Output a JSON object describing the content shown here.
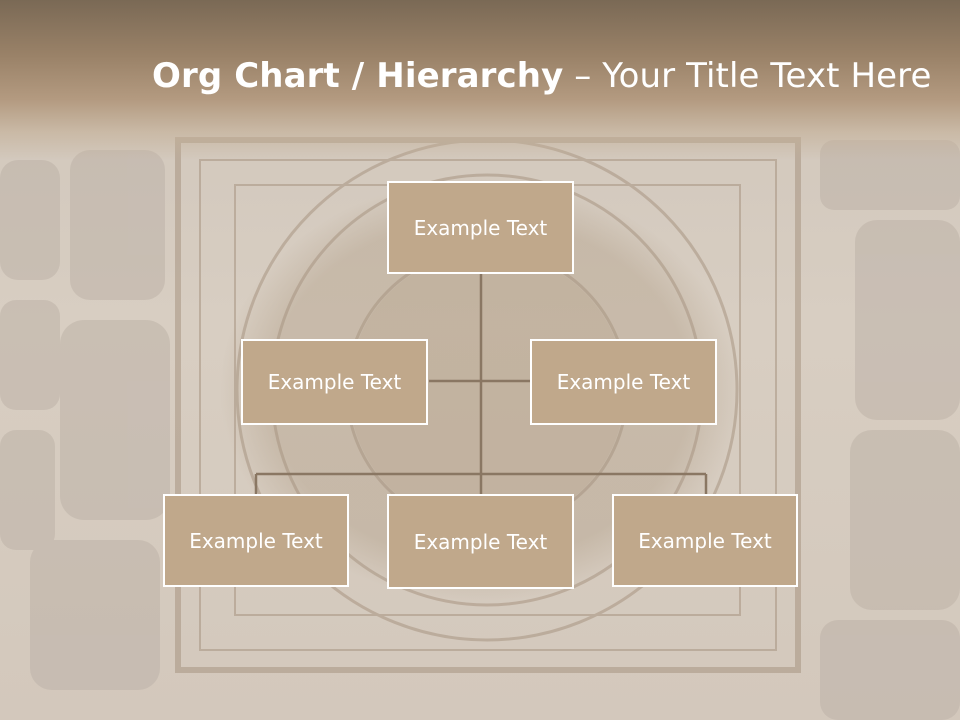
{
  "title": {
    "bold": "Org Chart / Hierarchy",
    "separator": " – ",
    "rest": "Your Title Text Here"
  },
  "nodes": {
    "root": "Example Text",
    "assistant_left": "Example Text",
    "assistant_right": "Example Text",
    "child_1": "Example Text",
    "child_2": "Example Text",
    "child_3": "Example Text"
  },
  "colors": {
    "header_top": "#7a6955",
    "node_fill": "#c0a88b",
    "node_border": "#ffffff",
    "connector": "#8a7763",
    "text": "#ffffff"
  }
}
